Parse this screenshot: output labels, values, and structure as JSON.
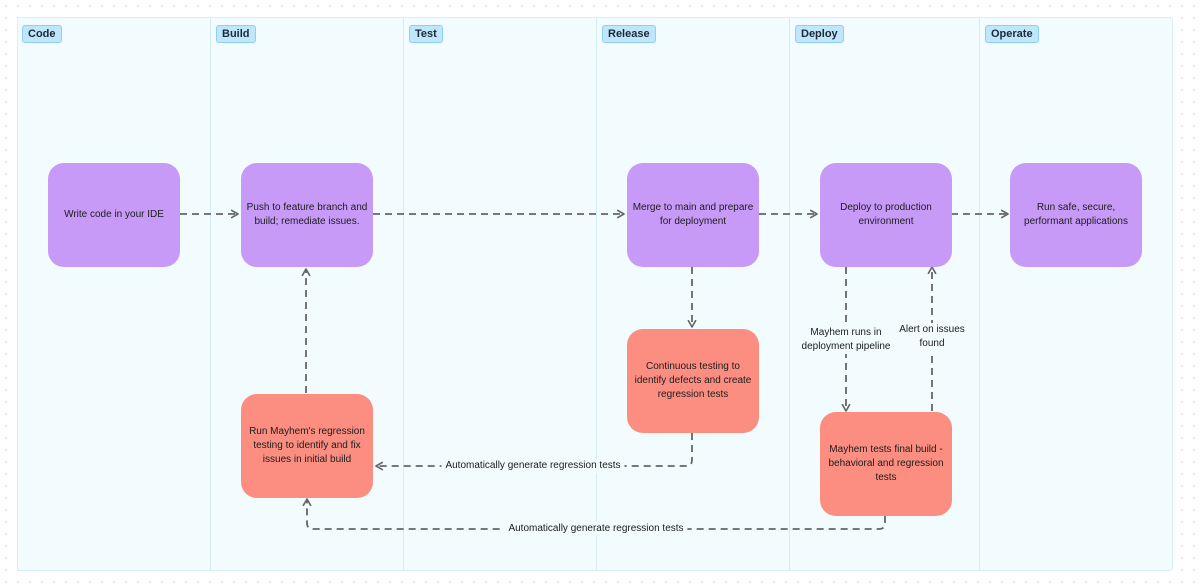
{
  "lanes": [
    {
      "label": "Code"
    },
    {
      "label": "Build"
    },
    {
      "label": "Test"
    },
    {
      "label": "Release"
    },
    {
      "label": "Deploy"
    },
    {
      "label": "Operate"
    }
  ],
  "nodes": {
    "write_code": "Write code in your IDE",
    "push_branch": "Push to feature branch and build; remediate issues.",
    "merge_main": "Merge to main and prepare for deployment",
    "deploy_prod": "Deploy to production environment",
    "run_apps": "Run safe, secure, performant applications",
    "continuous_testing": "Continuous testing to identify defects and create regression tests",
    "mayhem_regression": "Run Mayhem's regression testing to identify and fix issues in initial build",
    "mayhem_final": "Mayhem tests final build - behavioral and regression tests"
  },
  "edge_labels": {
    "mayhem_runs": "Mayhem runs in deployment pipeline",
    "alert_issues": "Alert on issues found",
    "auto_gen_1": "Automatically generate regression tests",
    "auto_gen_2": "Automatically generate regression tests"
  },
  "colors": {
    "primary_node": "#c89af8",
    "testing_node": "#fb8e80",
    "lane_tag": "#bfe6fb",
    "connector": "#666666"
  }
}
